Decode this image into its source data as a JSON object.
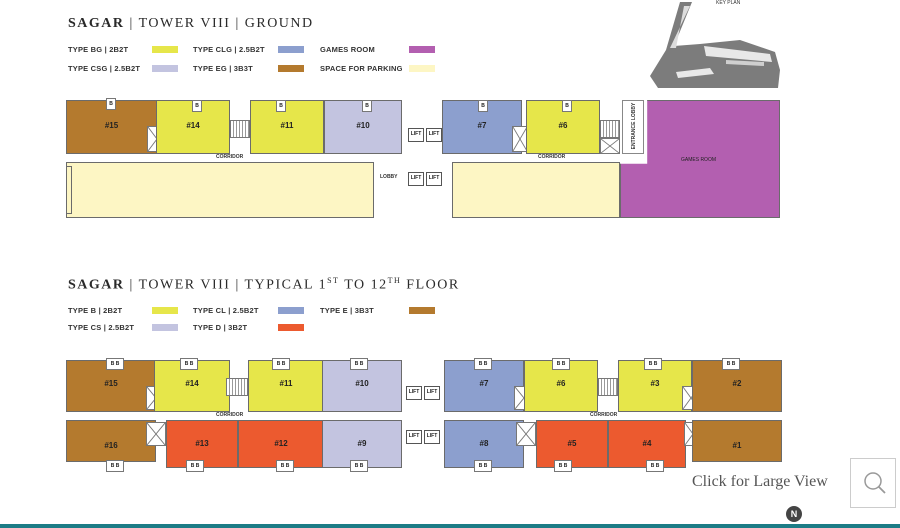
{
  "ground": {
    "title_a": "SAGAR",
    "sep1": "|",
    "title_b": "TOWER VIII",
    "sep2": "|",
    "title_c": "GROUND",
    "legend": [
      {
        "label": "TYPE BG | 2B2T",
        "color": "#e6e64a"
      },
      {
        "label": "TYPE CSG | 2.5B2T",
        "color": "#c3c4e0"
      },
      {
        "label": "TYPE CLG | 2.5B2T",
        "color": "#8c9fce"
      },
      {
        "label": "TYPE EG | 3B3T",
        "color": "#b47a2e"
      },
      {
        "label": "GAMES ROOM",
        "color": "#b35fb0"
      },
      {
        "label": "SPACE FOR PARKING",
        "color": "#fdf6c4"
      }
    ],
    "units": [
      "#15",
      "#14",
      "#11",
      "#10",
      "#7",
      "#6"
    ],
    "corridor": "CORRIDOR",
    "lobby": "LOBBY",
    "entrance_lobby": "ENTRANCE LOBBY",
    "games_room": "GAMES ROOM",
    "lift": "LIFT",
    "balcony": "B"
  },
  "typical": {
    "title_a": "SAGAR",
    "sep1": "|",
    "title_b": "TOWER VIII",
    "sep2": "|",
    "title_c": "TYPICAL 1",
    "sup": "ST",
    "title_d": "TO 12",
    "sup2": "TH",
    "title_e": "FLOOR",
    "legend": [
      {
        "label": "TYPE B | 2B2T",
        "color": "#e6e64a"
      },
      {
        "label": "TYPE CS | 2.5B2T",
        "color": "#c3c4e0"
      },
      {
        "label": "TYPE CL | 2.5B2T",
        "color": "#8c9fce"
      },
      {
        "label": "TYPE D | 3B2T",
        "color": "#ec5a2f"
      },
      {
        "label": "TYPE E | 3B3T",
        "color": "#b47a2e"
      }
    ],
    "top_units": [
      "#15",
      "#14",
      "#11",
      "#10",
      "#7",
      "#6",
      "#3",
      "#2"
    ],
    "bottom_units": [
      "#16",
      "#13",
      "#12",
      "#9",
      "#8",
      "#5",
      "#4",
      "#1"
    ],
    "corridor": "CORRIDOR",
    "lift": "LIFT",
    "balcony": "B B"
  },
  "key_plan": {
    "label": "KEY PLAN"
  },
  "large_view": {
    "text": "Click for Large View"
  },
  "north": "N",
  "colors": {
    "yellow": "#e6e64a",
    "lavender": "#c3c4e0",
    "blue": "#8c9fce",
    "brown": "#b47a2e",
    "orange": "#ec5a2f",
    "purple": "#b35fb0",
    "parking": "#fdf6c4"
  }
}
